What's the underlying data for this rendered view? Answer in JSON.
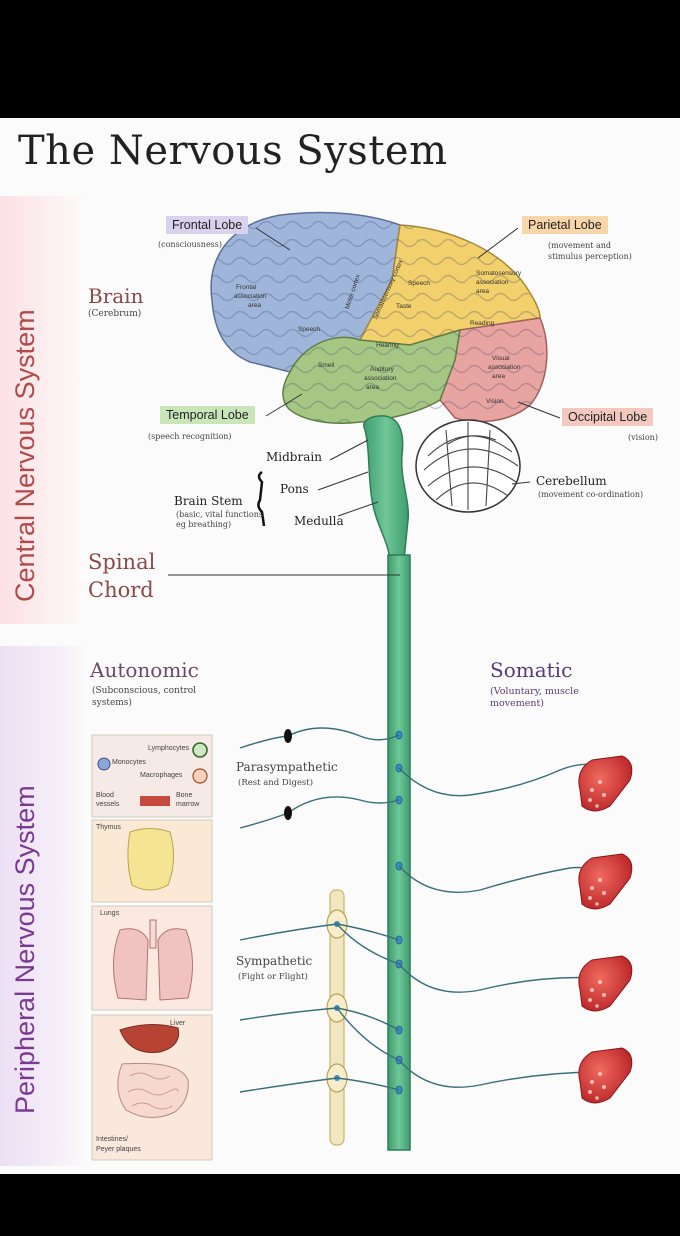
{
  "title": "The Nervous System",
  "sections": {
    "cns": "Central Nervous System",
    "pns": "Peripheral Nervous System"
  },
  "brain": {
    "label": "Brain",
    "sub": "(Cerebrum)",
    "frontal": {
      "label": "Frontal Lobe",
      "sub": "(consciousness)"
    },
    "parietal": {
      "label": "Parietal Lobe",
      "sub1": "(movement and",
      "sub2": "stimulus perception)"
    },
    "temporal": {
      "label": "Temporal Lobe",
      "sub": "(speech recognition)"
    },
    "occipital": {
      "label": "Occipital Lobe",
      "sub": "(vision)"
    },
    "areas": {
      "frontal_assoc1": "Frontal",
      "frontal_assoc2": "association",
      "frontal_assoc3": "area",
      "motor": "Motor cortex",
      "somato_cortex": "Somatosensory cortex",
      "speech1": "Speech",
      "speech2": "Speech",
      "taste": "Taste",
      "somato_assoc1": "Somatosensory",
      "somato_assoc2": "association",
      "somato_assoc3": "area",
      "reading": "Reading",
      "hearing": "Hearing",
      "smell": "Smell",
      "auditory1": "Auditory",
      "auditory2": "association",
      "auditory3": "area",
      "visual1": "Visual",
      "visual2": "association",
      "visual3": "area",
      "vision": "Vision"
    }
  },
  "stem": {
    "midbrain": "Midbrain",
    "pons": "Pons",
    "medulla": "Medulla",
    "label": "Brain Stem",
    "sub1": "(basic, vital functions",
    "sub2": "eg breathing)"
  },
  "cerebellum": {
    "label": "Cerebellum",
    "sub": "(movement co-ordination)"
  },
  "spinal": {
    "line1": "Spinal",
    "line2": "Chord"
  },
  "autonomic": {
    "label": "Autonomic",
    "sub1": "(Subconscious, control",
    "sub2": "systems)"
  },
  "somatic": {
    "label": "Somatic",
    "sub1": "(Voluntary, muscle",
    "sub2": "movement)"
  },
  "parasympathetic": {
    "label": "Parasympathetic",
    "sub": "(Rest and Digest)"
  },
  "sympathetic": {
    "label": "Sympathetic",
    "sub": "(Fight or Flight)"
  },
  "organs": {
    "lymphocytes": "Lymphocytes",
    "monocytes": "Monocytes",
    "macrophages": "Macrophages",
    "blood1": "Blood",
    "blood2": "vessels",
    "bone1": "Bone",
    "bone2": "marrow",
    "thymus": "Thymus",
    "lungs": "Lungs",
    "liver": "Liver",
    "intestines1": "Intestines/",
    "intestines2": "Peyer plaques"
  },
  "colors": {
    "frontal": "#9fb6da",
    "parietal": "#f2d06b",
    "temporal": "#a6c784",
    "occipital": "#e8a4a0",
    "spine": "#5fb88a",
    "cns_band": "#fbe3e6",
    "pns_band": "#efe4f4",
    "muscle": "#d93a3a"
  }
}
